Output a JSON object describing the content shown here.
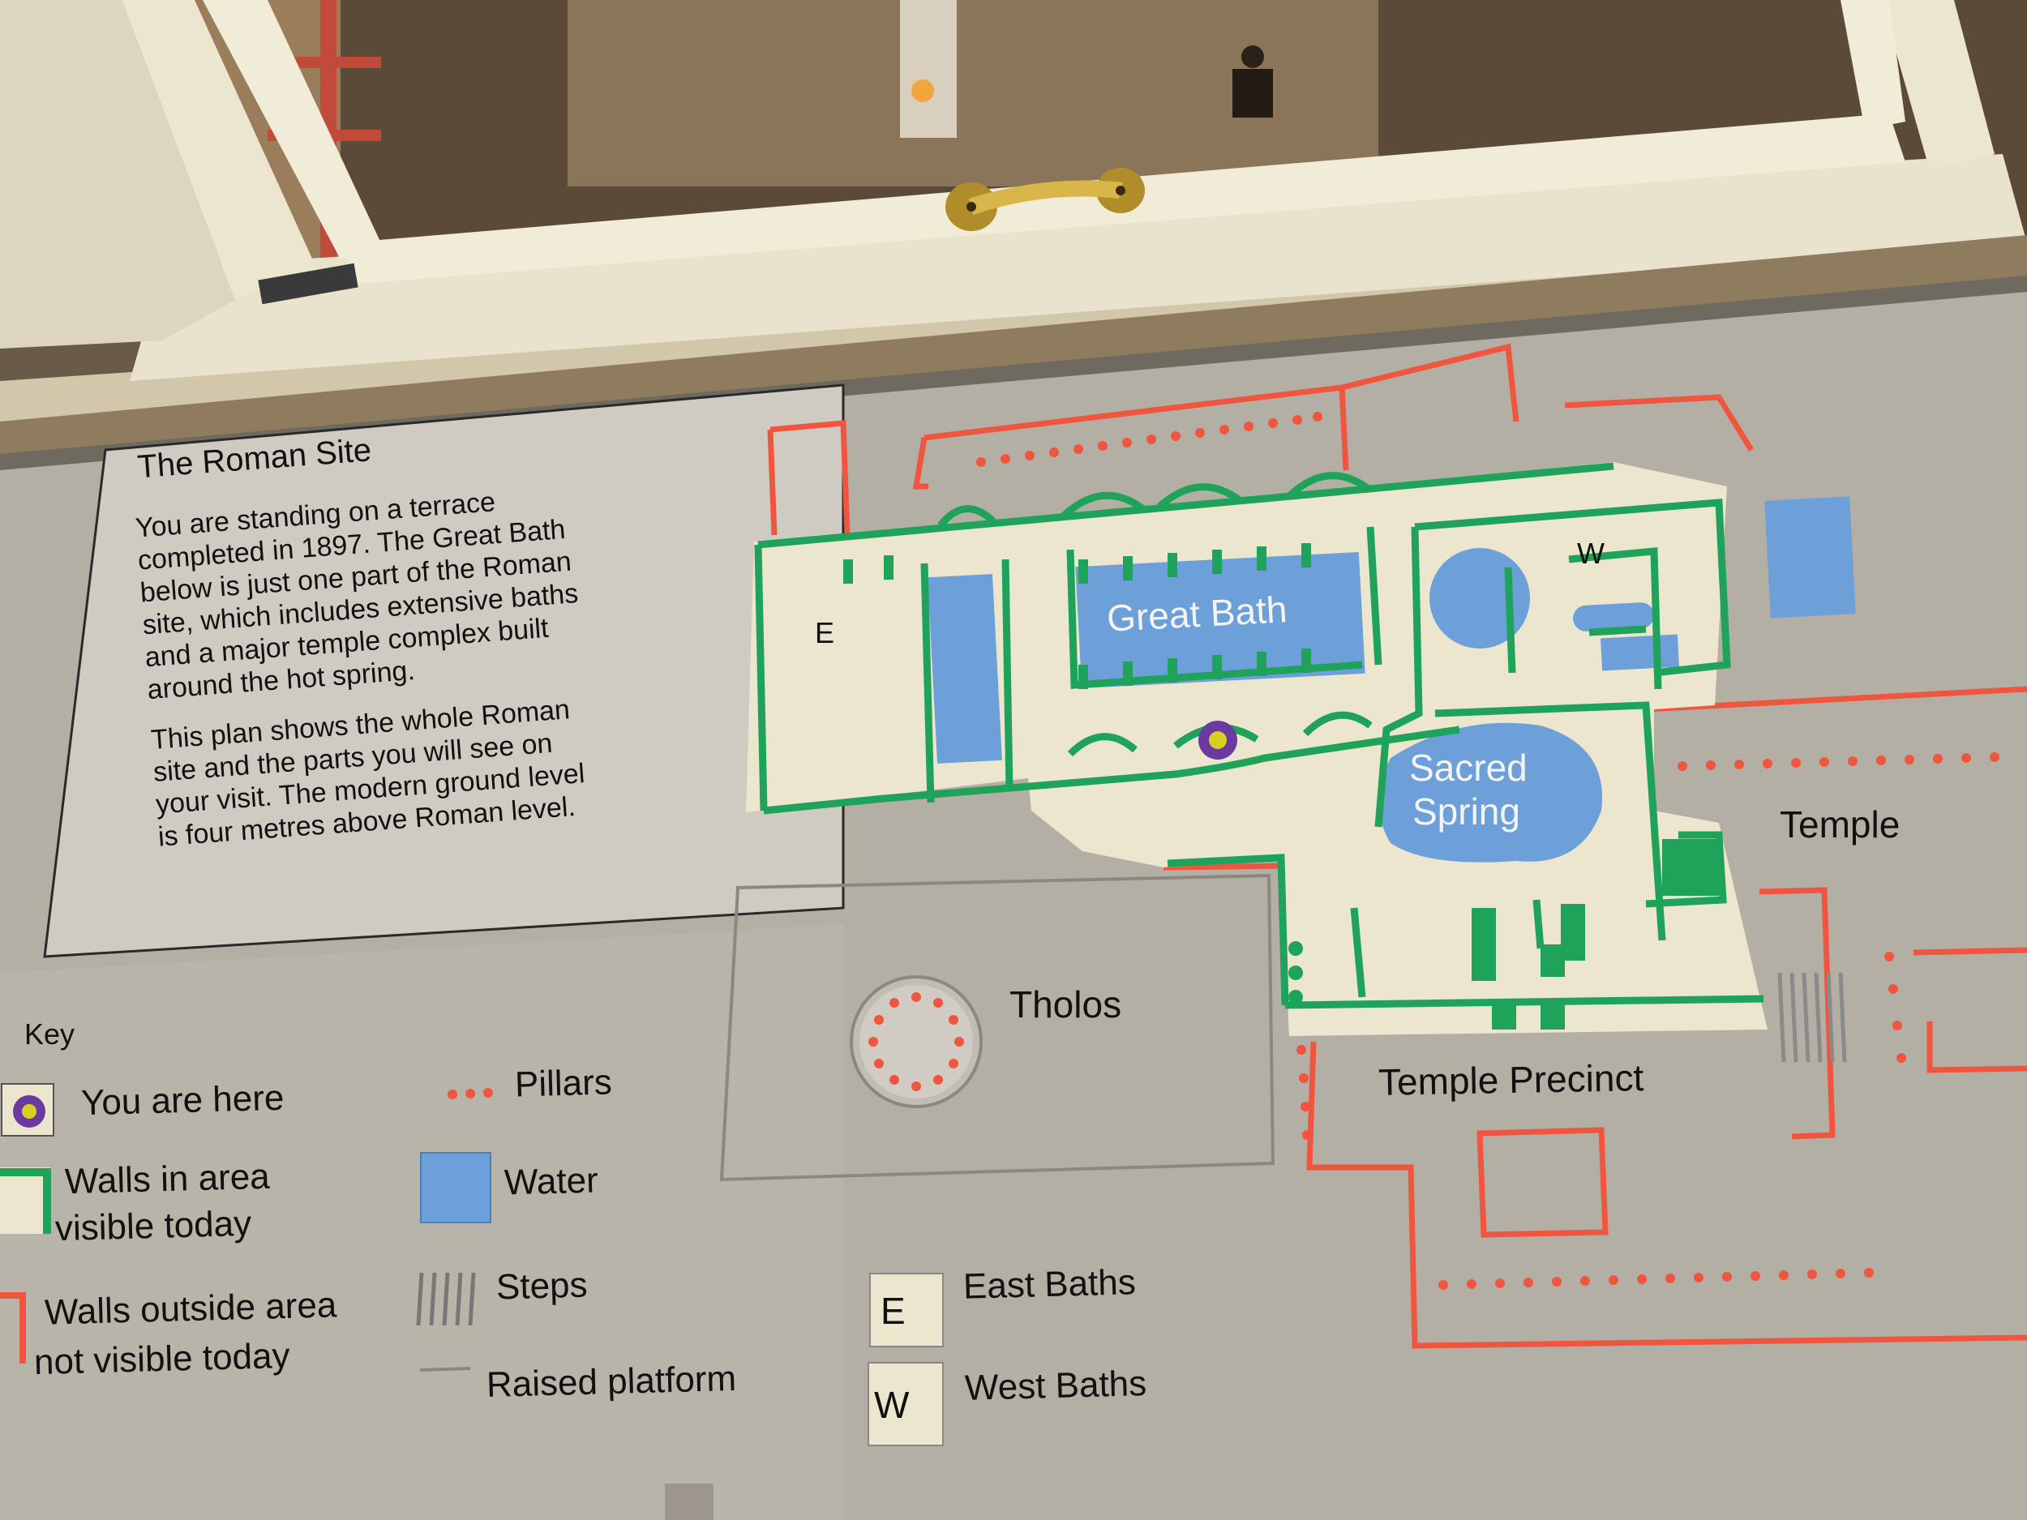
{
  "sign": {
    "title": "The Roman Site",
    "intro_lines": [
      "You are standing on a terrace",
      "completed in 1897. The Great Bath",
      "below is just one part of the Roman",
      "site, which includes extensive baths",
      "and a major temple complex built",
      "around the hot spring."
    ],
    "plan_lines": [
      "This plan shows the whole Roman",
      "site and the parts you will see on",
      "your visit. The modern ground level",
      "is four metres above Roman level."
    ]
  },
  "key": {
    "heading": "Key",
    "you_are_here": "You are here",
    "walls_visible_1": "Walls in area",
    "walls_visible_2": "visible today",
    "walls_outside_1": "Walls outside area",
    "walls_outside_2": "not visible today",
    "pillars": "Pillars",
    "water": "Water",
    "steps": "Steps",
    "raised_platform": "Raised platform",
    "east_letter": "E",
    "east_baths": "East Baths",
    "west_letter": "W",
    "west_baths": "West Baths"
  },
  "map": {
    "great_bath": "Great Bath",
    "sacred_spring_1": "Sacred",
    "sacred_spring_2": "Spring",
    "temple": "Temple",
    "tholos": "Tholos",
    "temple_precinct": "Temple Precinct",
    "east_marker": "E",
    "west_marker": "W"
  },
  "colors": {
    "board": "#b5b0a6",
    "visible_area": "#ece6cf",
    "visible_walls": "#1fa35a",
    "outside_walls": "#f0553f",
    "water": "#6d9fd8",
    "you_are_here_ring": "#6b3aa0",
    "you_are_here_dot": "#d8d020"
  }
}
